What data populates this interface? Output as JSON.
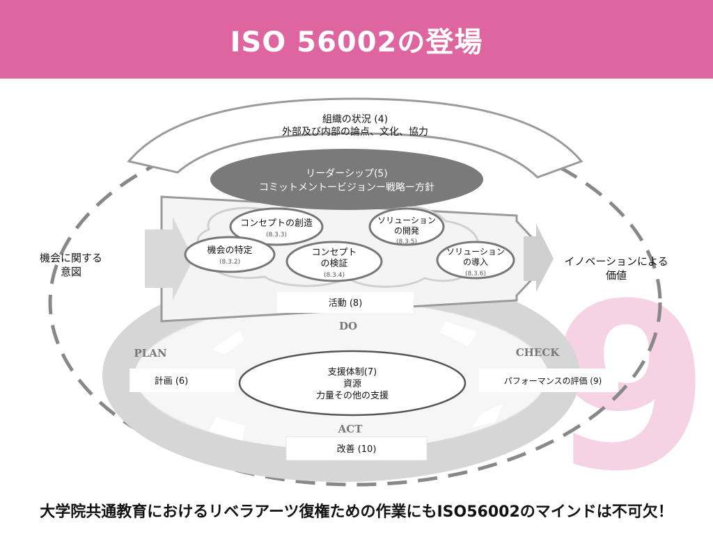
{
  "header": {
    "title": "ISO 56002の登場"
  },
  "diagram": {
    "context": {
      "line1": "組織の状況 (4)",
      "line2": "外部及び内部の論点、文化、協力"
    },
    "leadership": {
      "line1": "リーダーシップ(5)",
      "line2": "コミットメントービジョンー戦略ー方針"
    },
    "intent": {
      "line1": "機会に関する",
      "line2": "意図"
    },
    "value": {
      "line1": "イノベーションによる",
      "line2": "価値"
    },
    "processes": [
      {
        "line1": "コンセプトの創造",
        "line2": "",
        "code": "(8.3.3)"
      },
      {
        "line1": "ソリューション",
        "line2": "の開発",
        "code": "(8.3.5)"
      },
      {
        "line1": "機会の特定",
        "line2": "",
        "code": "(8.3.2)"
      },
      {
        "line1": "コンセプト",
        "line2": "の検証",
        "code": "(8.3.4)"
      },
      {
        "line1": "ソリューション",
        "line2": "の導入",
        "code": "(8.3.6)"
      }
    ],
    "activity": "活動 (8)",
    "do_label": "DO",
    "plan_label": "PLAN",
    "check_label": "CHECK",
    "act_label": "ACT",
    "planning": "計画 (6)",
    "evaluation": "パフォーマンスの評価 (9)",
    "support": {
      "line1": "支援体制(7)",
      "line2": "資源",
      "line3": "力量その他の支援"
    },
    "improvement": "改善 (10)"
  },
  "slide_number": "9",
  "footer": {
    "text": "大学院共通教育におけるリベラアーツ復権ための作業にもISO56002のマインドは不可欠！"
  },
  "colors": {
    "header": "#de659f",
    "slide_number": "#f6d3e4",
    "leadership_fill": "#7a7a7a",
    "cycle_gray": "#d6d6d6"
  }
}
